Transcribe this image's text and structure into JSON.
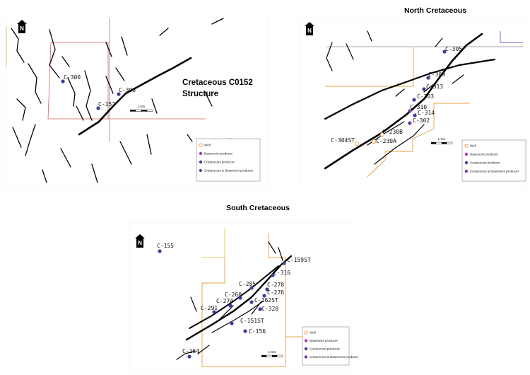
{
  "panels": {
    "west": {
      "title_line1": "Cretaceous C0152",
      "title_line2": "Structure",
      "north_label": "N",
      "scale_label": "1 Km",
      "wells": [
        {
          "label": "C-300",
          "type": "cretaceous"
        },
        {
          "label": "C-306",
          "type": "cretaceous"
        },
        {
          "label": "C-152",
          "type": "cretaceous"
        }
      ],
      "legend": [
        {
          "label": "Well",
          "type": "well"
        },
        {
          "label": "Basement producer",
          "type": "basement"
        },
        {
          "label": "Cretaceous producer",
          "type": "cretaceous"
        },
        {
          "label": "Cretaceous & Basement producer",
          "type": "both"
        }
      ]
    },
    "north": {
      "title": "North Cretaceous",
      "north_label": "N",
      "scale_label": "1 Km",
      "wells": [
        {
          "label": "C-305",
          "type": "cretaceous"
        },
        {
          "label": "C-309",
          "type": "cretaceous"
        },
        {
          "label": "C-313",
          "type": "cretaceous"
        },
        {
          "label": "C-303",
          "type": "cretaceous"
        },
        {
          "label": "C-310",
          "type": "both"
        },
        {
          "label": "C-314",
          "type": "cretaceous"
        },
        {
          "label": "C-302",
          "type": "both"
        },
        {
          "label": "C-230B",
          "type": "well"
        },
        {
          "label": "C-304ST",
          "type": "well"
        },
        {
          "label": "C-230A",
          "type": "well"
        }
      ],
      "legend": [
        {
          "label": "Well",
          "type": "well"
        },
        {
          "label": "Basement producer",
          "type": "basement"
        },
        {
          "label": "Cretaceous producer",
          "type": "cretaceous"
        },
        {
          "label": "Cretaceous & Basement producer",
          "type": "both"
        }
      ]
    },
    "south": {
      "title": "South Cretaceous",
      "north_label": "N",
      "scale_label": "1 Km",
      "wells": [
        {
          "label": "C-155",
          "type": "cretaceous"
        },
        {
          "label": "C-159ST",
          "type": "cretaceous"
        },
        {
          "label": "C-316",
          "type": "cretaceous"
        },
        {
          "label": "C-285",
          "type": "cretaceous"
        },
        {
          "label": "C-270",
          "type": "cretaceous"
        },
        {
          "label": "C-276",
          "type": "cretaceous"
        },
        {
          "label": "C-260",
          "type": "cretaceous"
        },
        {
          "label": "C-162ST",
          "type": "cretaceous"
        },
        {
          "label": "C-274",
          "type": "cretaceous"
        },
        {
          "label": "C-291",
          "type": "cretaceous"
        },
        {
          "label": "C-320",
          "type": "cretaceous"
        },
        {
          "label": "C-151ST",
          "type": "cretaceous"
        },
        {
          "label": "C-156",
          "type": "cretaceous"
        },
        {
          "label": "C-154",
          "type": "cretaceous"
        }
      ],
      "legend": [
        {
          "label": "Well",
          "type": "well"
        },
        {
          "label": "Basement producer",
          "type": "basement"
        },
        {
          "label": "Cretaceous producer",
          "type": "cretaceous"
        },
        {
          "label": "Cretaceous & Basement producer",
          "type": "both"
        }
      ]
    }
  },
  "colors": {
    "cretaceous": "#3b3f9c",
    "basement": "#b03aa8",
    "both_left": "#3b3f9c",
    "both_right": "#b03aa8",
    "well": "#e8943a",
    "boundary_orange": "#e8a040",
    "boundary_red": "#d86060",
    "grid_gray": "#8c8c8c",
    "lease_purple": "#6a5acd",
    "lease_yellow": "#e8c850"
  }
}
